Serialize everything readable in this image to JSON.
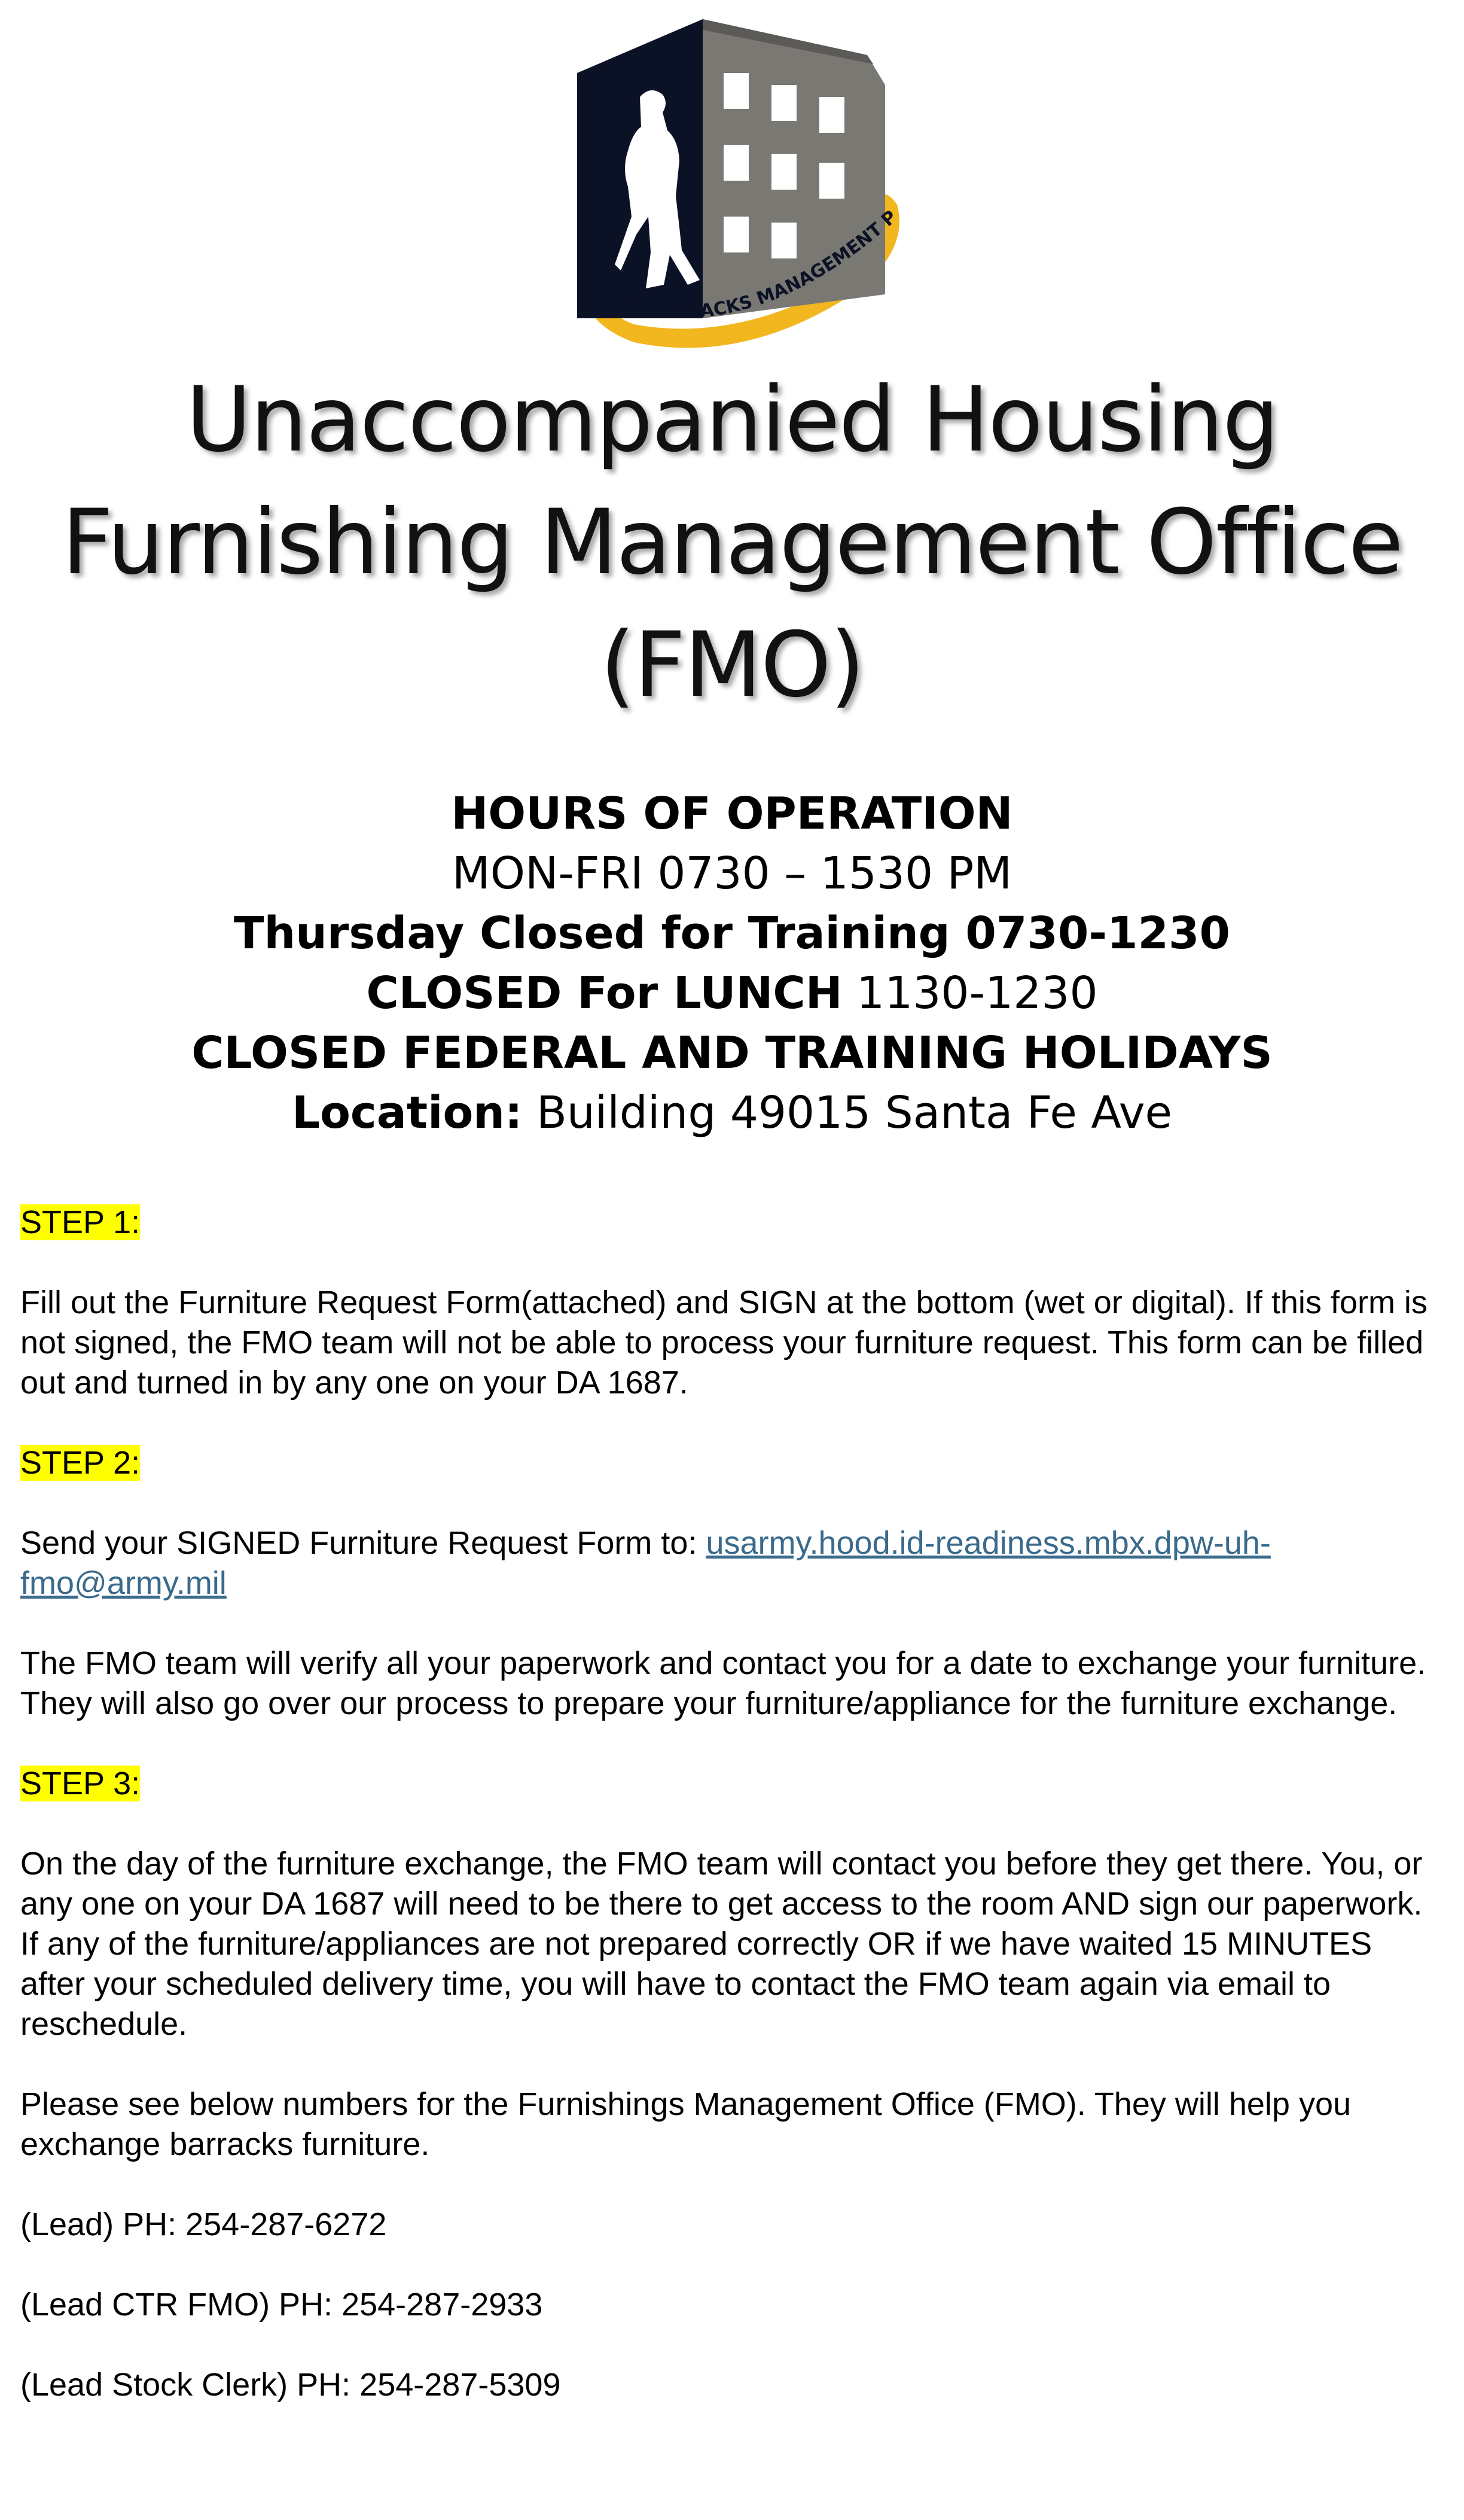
{
  "logo": {
    "ring_text": "ARMY BARRACKS MANAGEMENT PROGRAM",
    "colors": {
      "ring": "#f2b61e",
      "building_dark": "#0c1226",
      "building_gray": "#7a7873",
      "window": "#ffffff"
    }
  },
  "title": {
    "line1": "Unaccompanied Housing",
    "line2": "Furnishing Management Office",
    "line3": "(FMO)"
  },
  "hours": {
    "heading": "HOURS OF OPERATION",
    "weekday": "MON-FRI 0730 – 1530 PM",
    "thursday": "Thursday Closed for Training 0730-1230",
    "lunch_label": "CLOSED For LUNCH",
    "lunch_time": " 1130-1230",
    "holidays": "CLOSED FEDERAL  AND TRAINING HOLIDAYS",
    "location_label": "Location:",
    "location_value": " Building 49015 Santa Fe Ave"
  },
  "steps": {
    "step1_label": "STEP 1:",
    "step1_text": "Fill out the Furniture Request Form(attached) and SIGN at the bottom (wet or digital). If this form is not signed, the FMO team will not be able to process your furniture request. This form can be filled out and turned in by any one on your DA 1687.",
    "step2_label": "STEP 2:",
    "step2_text": "Send your SIGNED Furniture Request Form to:  ",
    "step2_email": "usarmy.hood.id-readiness.mbx.dpw-uh-fmo@army.mil",
    "step2_followup": "The FMO team will verify all your paperwork and contact you for a date to exchange your furniture. They will also go over our process to prepare your furniture/appliance for the furniture exchange.",
    "step3_label": "STEP 3:",
    "step3_text": "On the day of the furniture exchange, the FMO team will contact you before they get there. You, or any one on your DA 1687 will need to be there to get access to the room AND sign our paperwork. If any of the furniture/appliances are not prepared correctly OR if we have waited 15 MINUTES after your scheduled delivery time, you will have to contact the FMO team again via email to reschedule."
  },
  "contacts": {
    "intro": "Please see below numbers for the Furnishings Management Office (FMO). They will help you exchange barracks furniture.",
    "lead": "(Lead) PH: 254-287-6272",
    "lead_ctr": "(Lead CTR FMO) PH: 254-287-2933",
    "stock_clerk": "(Lead Stock Clerk) PH: 254-287-5309"
  }
}
